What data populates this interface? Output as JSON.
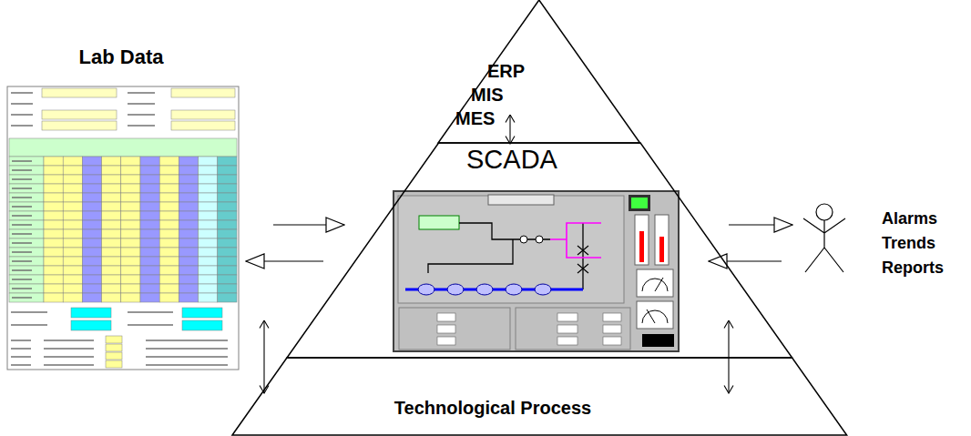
{
  "diagram": {
    "nodes": [
      {
        "text": [
          "ERP",
          "MIS",
          "MES"
        ]
      },
      {
        "text": [
          "SCADA"
        ]
      },
      {
        "text": [
          "Technological Process"
        ]
      },
      {
        "text": [
          "Lab Data"
        ]
      },
      {
        "text": [
          "Alarms Trends Reports"
        ]
      }
    ],
    "edges": [
      {
        "from": 0,
        "to": 1,
        "arrow": "both"
      },
      {
        "from": 1,
        "to": 2,
        "arrow": "both"
      },
      {
        "from": 1,
        "to": 2,
        "arrow": "both"
      },
      {
        "from": 3,
        "to": 1,
        "arrow": "to"
      },
      {
        "from": 1,
        "to": 3,
        "arrow": "to"
      },
      {
        "from": 1,
        "to": 4,
        "arrow": "to"
      },
      {
        "from": 4,
        "to": 1,
        "arrow": "to"
      }
    ]
  }
}
